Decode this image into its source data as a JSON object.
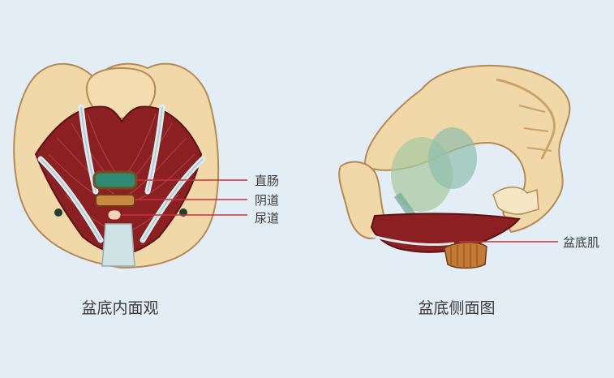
{
  "left_figure": {
    "caption": "盆底内面观",
    "labels": {
      "rectum": "直肠",
      "vagina": "阴道",
      "urethra": "尿道"
    }
  },
  "right_figure": {
    "caption": "盆底侧面图",
    "labels": {
      "pelvic_floor_muscle": "盆底肌"
    }
  },
  "colors": {
    "background": "#e3edf6",
    "bone": "#f0d8a8",
    "muscle": "#8b1f22",
    "ligament": "#dcecf0",
    "leader_line": "#c9323c",
    "label_text": "#3b3b3b"
  }
}
